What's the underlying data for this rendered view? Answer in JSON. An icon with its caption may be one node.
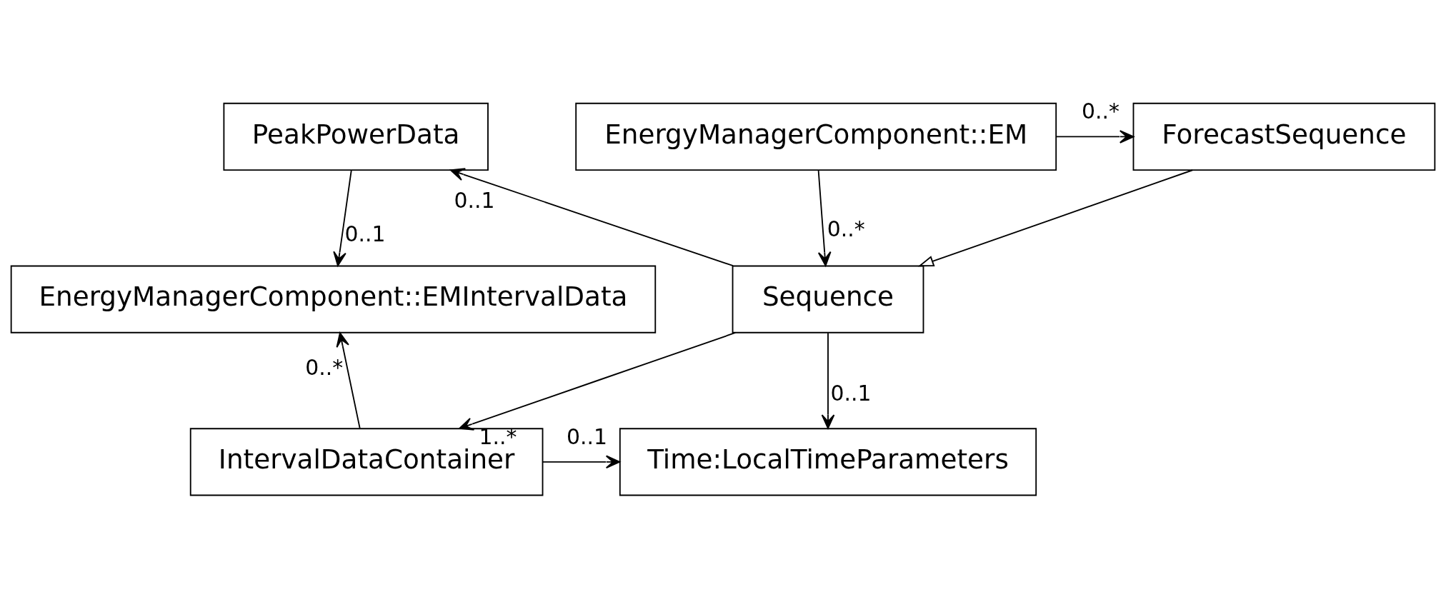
{
  "diagram": {
    "nodes": [
      {
        "text": [
          "Time:LocalTimeParameters"
        ]
      },
      {
        "text": [
          "IntervalDataContainer"
        ]
      },
      {
        "text": [
          "Sequence"
        ]
      },
      {
        "text": [
          "EnergyManagerComponent::EMIntervalData"
        ]
      },
      {
        "text": [
          "EnergyManagerComponent::EM"
        ]
      },
      {
        "text": [
          "ForecastSequence"
        ]
      },
      {
        "text": [
          "PeakPowerData"
        ]
      }
    ],
    "edges": [
      {
        "from": 1,
        "to": 0,
        "arrow": "to",
        "label": "0..1"
      },
      {
        "from": 2,
        "to": 0,
        "arrow": "to",
        "label": "0..1"
      },
      {
        "from": 2,
        "to": 1,
        "arrow": "to",
        "label": "1..*"
      },
      {
        "from": 1,
        "to": 3,
        "arrow": "to",
        "label": "0..*"
      },
      {
        "from": 4,
        "to": 2,
        "arrow": "to",
        "label": "0..*"
      },
      {
        "from": 4,
        "to": 5,
        "arrow": "to",
        "label": "0..*"
      },
      {
        "from": 5,
        "to": 2,
        "arrow": "to"
      },
      {
        "from": 2,
        "to": 6,
        "arrow": "to",
        "label": "0..1"
      },
      {
        "from": 6,
        "to": 3,
        "arrow": "to",
        "label": "0..1"
      }
    ]
  }
}
